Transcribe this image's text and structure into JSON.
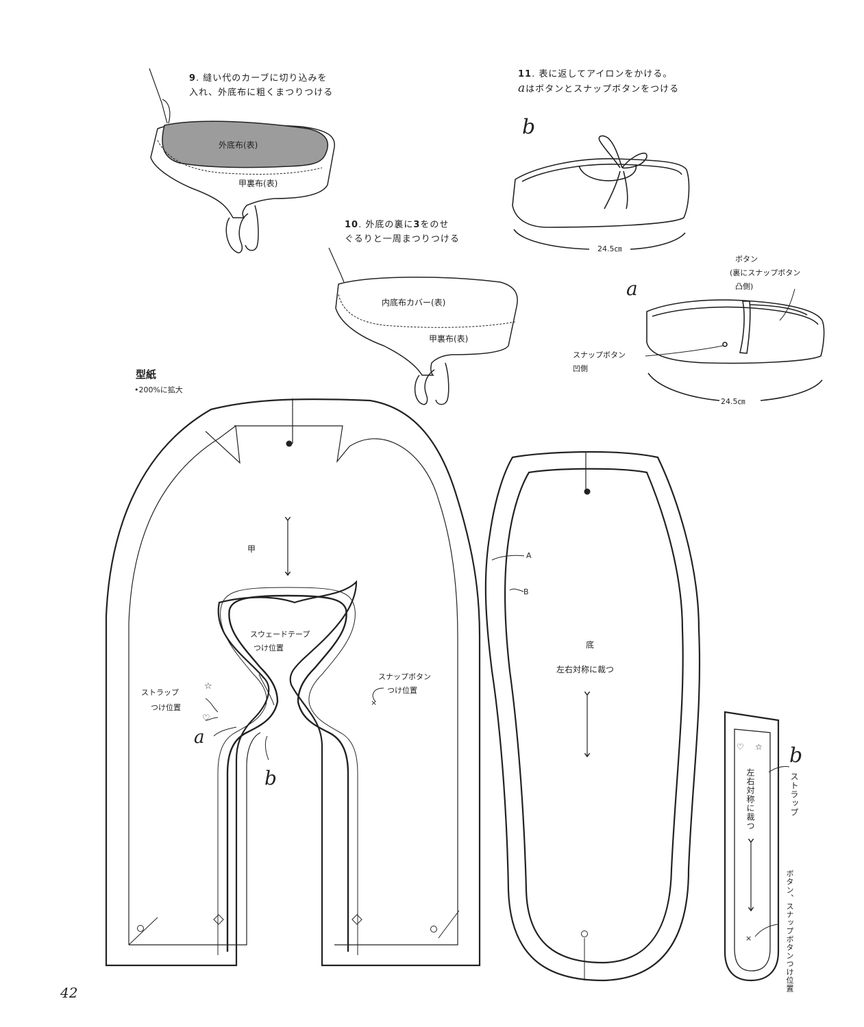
{
  "steps": {
    "step9": {
      "num": "9",
      "line1": ". 縫い代のカーブに切り込みを",
      "line2": "入れ、外底布に粗くまつりつける"
    },
    "step10": {
      "num": "10",
      "line1_a": ". 外底の裏に",
      "line1_num": "3",
      "line1_b": "をのせ",
      "line2": "ぐるりと一周まつりつける"
    },
    "step11": {
      "num": "11",
      "line1": ". 表に返してアイロンをかける。",
      "line2_letter": "a",
      "line2": "はボタンとスナップボタンをつける"
    }
  },
  "illustration_labels": {
    "outer_sole_fabric": "外底布(表)",
    "upper_lining_fabric_1": "甲裏布(表)",
    "inner_sole_cover": "内底布カバー(表)",
    "upper_lining_fabric_2": "甲裏布(表)",
    "shoe_b_letter": "b",
    "shoe_b_length": "24.5㎝",
    "shoe_a_letter": "a",
    "button_note_1": "ボタン",
    "button_note_2": "(裏にスナップボタン",
    "button_note_3": "凸側)",
    "snap_note_1": "スナップボタン",
    "snap_note_2": "凹側",
    "shoe_a_length": "24.5㎝"
  },
  "pattern": {
    "title": "型紙",
    "note": "•200%に拡大",
    "upper": {
      "name": "甲",
      "suede_tape_1": "スウェードテープ",
      "suede_tape_2": "つけ位置",
      "strap_pos_1": "ストラップ",
      "strap_pos_2": "つけ位置",
      "snap_pos_1": "スナップボタン",
      "snap_pos_2": "つけ位置",
      "letter_a": "a",
      "letter_b": "b"
    },
    "sole": {
      "name": "底",
      "note": "左右対称に裁つ",
      "line_a": "A",
      "line_b": "B"
    },
    "strap": {
      "letter": "b",
      "name": "ストラップ",
      "note": "左右対称に裁つ",
      "button_pos": "ボタン、スナップボタンつけ位置"
    }
  },
  "page_number": "42"
}
